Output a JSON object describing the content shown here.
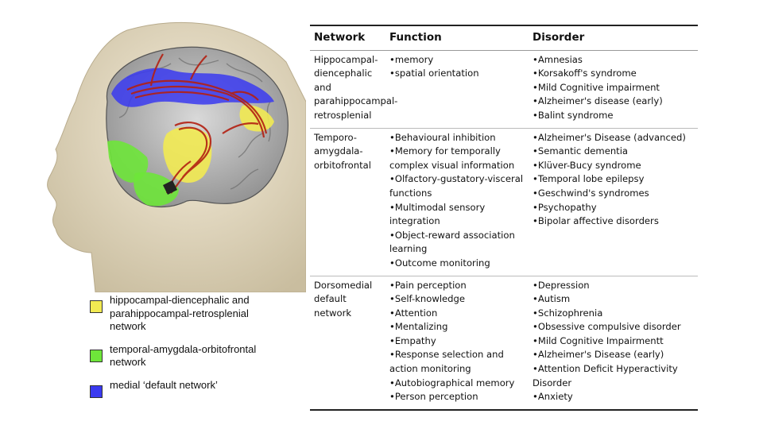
{
  "colors": {
    "hippocampal": "#f2ea52",
    "temporal": "#6ee63a",
    "default": "#3a3af0"
  },
  "figure": {
    "icons": [
      "head-silhouette-icon",
      "brain-hemisphere-icon",
      "fiber-tract-icon"
    ]
  },
  "legend": [
    {
      "color_key": "hippocampal",
      "label": "hippocampal-diencephalic and parahippocampal-retrosplenial network"
    },
    {
      "color_key": "temporal",
      "label": "temporal-amygdala-orbitofrontal network"
    },
    {
      "color_key": "default",
      "label": "medial ‘default network’"
    }
  ],
  "table": {
    "headers": [
      "Network",
      "Function",
      "Disorder"
    ],
    "rows": [
      {
        "network": "Hippocampal-diencephalic and parahippocampal-retrosplenial",
        "functions": [
          "•memory",
          "•spatial orientation"
        ],
        "disorders": [
          "•Amnesias",
          "•Korsakoff's syndrome",
          "•Mild Cognitive impairment",
          "•Alzheimer's disease (early)",
          "•Balint syndrome"
        ]
      },
      {
        "network": "Temporo-amygdala-orbitofrontal",
        "functions": [
          "•Behavioural inhibition",
          "•Memory for temporally complex visual information",
          "•Olfactory-gustatory-visceral functions",
          "•Multimodal sensory integration",
          "•Object-reward association learning",
          "•Outcome monitoring"
        ],
        "disorders": [
          "•Alzheimer's Disease (advanced)",
          "•Semantic dementia",
          "•Klüver-Bucy syndrome",
          "•Temporal lobe epilepsy",
          "•Geschwind's syndromes",
          "•Psychopathy",
          "•Bipolar affective disorders"
        ]
      },
      {
        "network": "Dorsomedial default network",
        "functions": [
          "•Pain perception",
          "•Self-knowledge",
          "•Attention",
          "•Mentalizing",
          "•Empathy",
          "•Response selection and action monitoring",
          "•Autobiographical memory",
          "•Person perception"
        ],
        "disorders": [
          "•Depression",
          "•Autism",
          "•Schizophrenia",
          "•Obsessive compulsive disorder",
          "•Mild Cognitive Impairmentt",
          "•Alzheimer's Disease (early)",
          "•Attention Deficit Hyperactivity Disorder",
          "•Anxiety"
        ]
      }
    ]
  }
}
